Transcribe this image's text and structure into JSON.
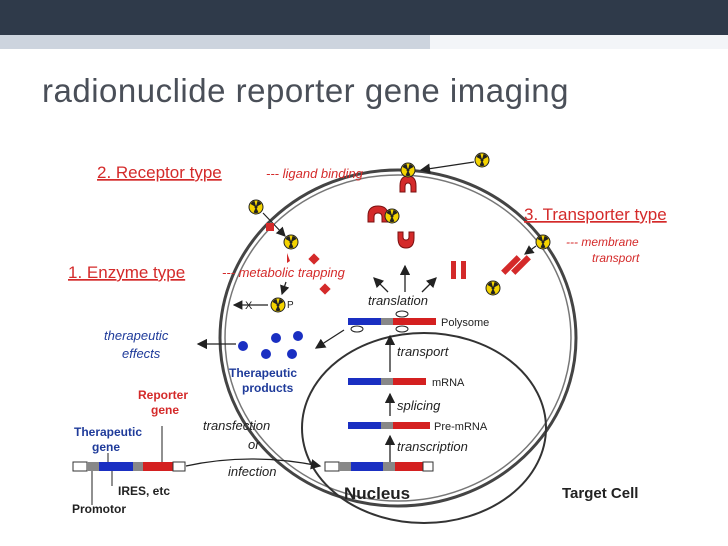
{
  "slide": {
    "title": "radionuclide reporter gene imaging"
  },
  "diagram": {
    "receptor_type": "2. Receptor type",
    "ligand_binding": "--- ligand binding",
    "transporter_type": "3. Transporter type",
    "membrane": "--- membrane",
    "transport_word": "transport",
    "enzyme_type": "1. Enzyme type",
    "metabolic_trapping": "--- metabolic trapping",
    "x_mark": "X",
    "p_mark": "P",
    "translation": "translation",
    "polysome": "Polysome",
    "therapeutic_effects_1": "therapeutic",
    "therapeutic_effects_2": "effects",
    "therapeutic_products_1": "Therapeutic",
    "therapeutic_products_2": "products",
    "transport_label": "transport",
    "mrna": "mRNA",
    "splicing": "splicing",
    "pre_mrna": "Pre-mRNA",
    "transcription": "transcription",
    "reporter_gene_1": "Reporter",
    "reporter_gene_2": "gene",
    "therapeutic_gene_1": "Therapeutic",
    "therapeutic_gene_2": "gene",
    "transfection": "transfection",
    "or": "or",
    "infection": "infection",
    "ires": "IRES, etc",
    "promotor": "Promotor",
    "nucleus": "Nucleus",
    "target_cell": "Target Cell"
  },
  "colors": {
    "header_bar": "#2f3a4a",
    "red_label": "#d42a2a",
    "blue_label": "#1f3b9a",
    "gene_blue": "#1a2fc2",
    "gene_red": "#d42020"
  }
}
